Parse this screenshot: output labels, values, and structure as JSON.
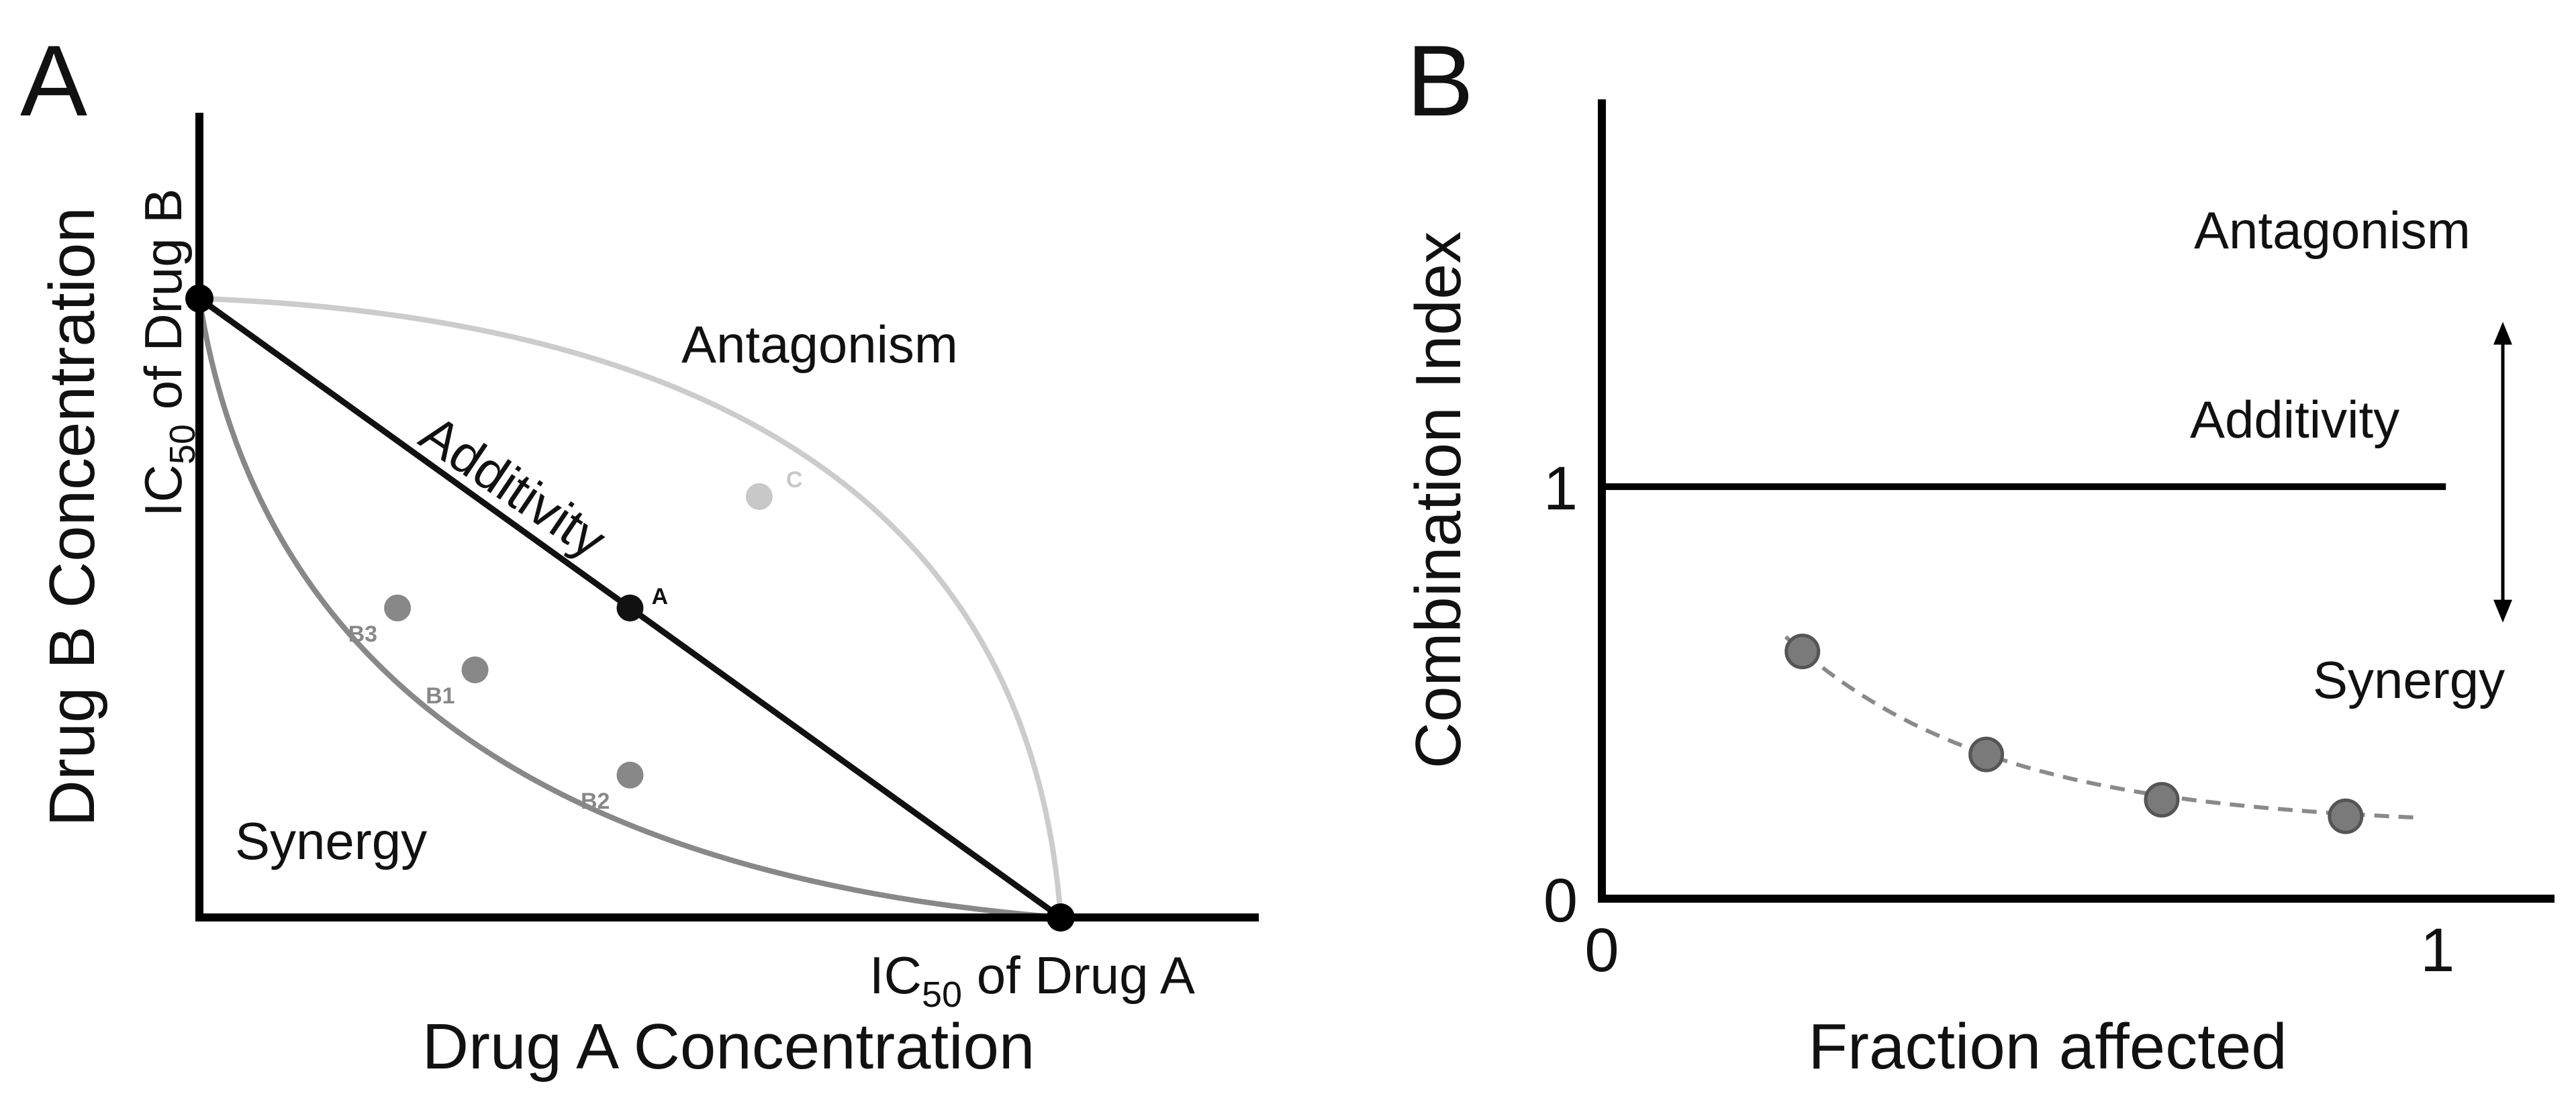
{
  "colors": {
    "axis": "#000000",
    "additivity_line": "#111111",
    "synergy_curve": "#888888",
    "antagonism_curve": "#cccccc",
    "synergy_points": "#888888",
    "antagonism_point": "#c8c8c8",
    "ci_points": "#7a7a7a",
    "ci_fit": "#8a8a8a"
  },
  "panels": {
    "A": {
      "letter": "A",
      "ic50_a_label": "IC",
      "ic50_a_sub": "50",
      "ic50_a_rest": " of Drug A",
      "ic50_b_label": "IC",
      "ic50_b_sub": "50",
      "ic50_b_rest": " of Drug B"
    },
    "B": {
      "letter": "B"
    }
  },
  "chart_data": [
    {
      "type": "line",
      "panel": "A",
      "xlabel": "Drug A Concentration",
      "ylabel": "Drug B Concentration",
      "xlim": [
        0,
        1.23
      ],
      "ylim": [
        0,
        1.3
      ],
      "region_labels": {
        "antagonism": "Antagonism",
        "additivity": "Additivity",
        "synergy": "Synergy"
      },
      "series": [
        {
          "name": "Additivity",
          "style": "straight",
          "points": [
            [
              0,
              1
            ],
            [
              1,
              0
            ]
          ]
        },
        {
          "name": "Synergy",
          "style": "curve-convex",
          "points": [
            [
              0,
              1
            ],
            [
              1,
              0
            ]
          ]
        },
        {
          "name": "Antagonism",
          "style": "curve-concave",
          "points": [
            [
              0,
              1
            ],
            [
              1,
              0
            ]
          ]
        }
      ],
      "endpoints": [
        [
          0,
          1
        ],
        [
          1,
          0
        ]
      ],
      "labeled_points": [
        {
          "label": "A",
          "x": 0.5,
          "y": 0.5,
          "color_key": "additivity_line"
        },
        {
          "label": "C",
          "x": 0.65,
          "y": 0.68,
          "color_key": "antagonism_point"
        },
        {
          "label": "B3",
          "x": 0.23,
          "y": 0.5,
          "color_key": "synergy_points"
        },
        {
          "label": "B1",
          "x": 0.32,
          "y": 0.4,
          "color_key": "synergy_points"
        },
        {
          "label": "B2",
          "x": 0.5,
          "y": 0.23,
          "color_key": "synergy_points"
        }
      ]
    },
    {
      "type": "scatter",
      "panel": "B",
      "xlabel": "Fraction  affected",
      "ylabel": "Combination  Index",
      "xlim": [
        0,
        1.14
      ],
      "ylim": [
        0,
        1.94
      ],
      "xticks": [
        {
          "value": 0,
          "label": "0"
        },
        {
          "value": 1,
          "label": "1"
        }
      ],
      "yticks": [
        {
          "value": 0,
          "label": "0"
        },
        {
          "value": 1,
          "label": "1"
        }
      ],
      "reference_line": {
        "y": 1,
        "x_range": [
          0,
          1.01
        ]
      },
      "region_labels": {
        "antagonism": "Antagonism",
        "additivity": "Additivity",
        "synergy": "Synergy"
      },
      "arrow": {
        "from": 1.4,
        "to": 0.67
      },
      "points": [
        {
          "x": 0.24,
          "y": 0.6
        },
        {
          "x": 0.46,
          "y": 0.35
        },
        {
          "x": 0.67,
          "y": 0.24
        },
        {
          "x": 0.89,
          "y": 0.2
        }
      ],
      "fit_x_range": [
        0.22,
        0.98
      ]
    }
  ]
}
